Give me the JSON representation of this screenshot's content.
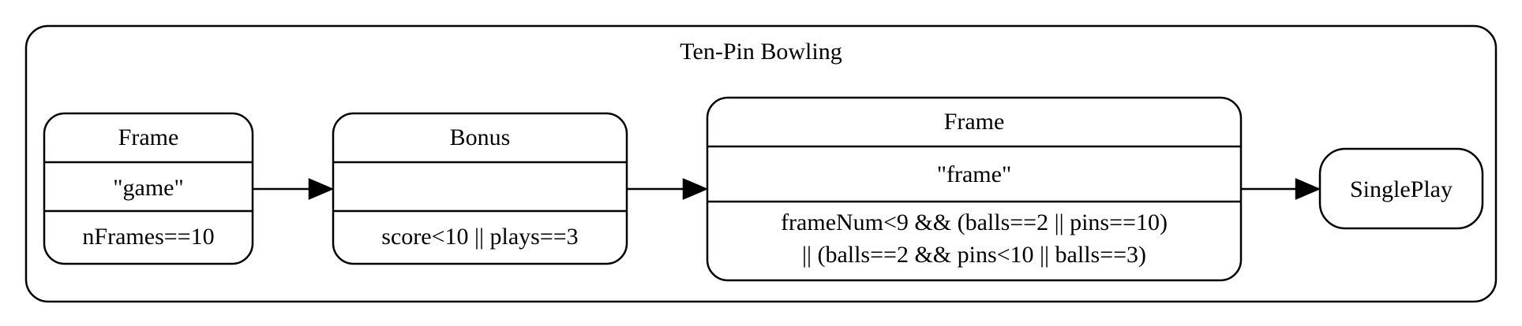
{
  "cluster": {
    "title": "Ten-Pin Bowling"
  },
  "nodes": {
    "frame_game": {
      "title": "Frame",
      "name": "\"game\"",
      "condition": "nFrames==10"
    },
    "bonus": {
      "title": "Bonus",
      "name": "",
      "condition": "score<10 || plays==3"
    },
    "frame_frame": {
      "title": "Frame",
      "name": "\"frame\"",
      "condition_line1": "frameNum<9 && (balls==2 || pins==10)",
      "condition_line2": "|| (balls==2 && pins<10 || balls==3)"
    },
    "single_play": {
      "title": "SinglePlay"
    }
  },
  "edges": [
    {
      "from": "frame_game",
      "to": "bonus"
    },
    {
      "from": "bonus",
      "to": "frame_frame"
    },
    {
      "from": "frame_frame",
      "to": "single_play"
    }
  ]
}
